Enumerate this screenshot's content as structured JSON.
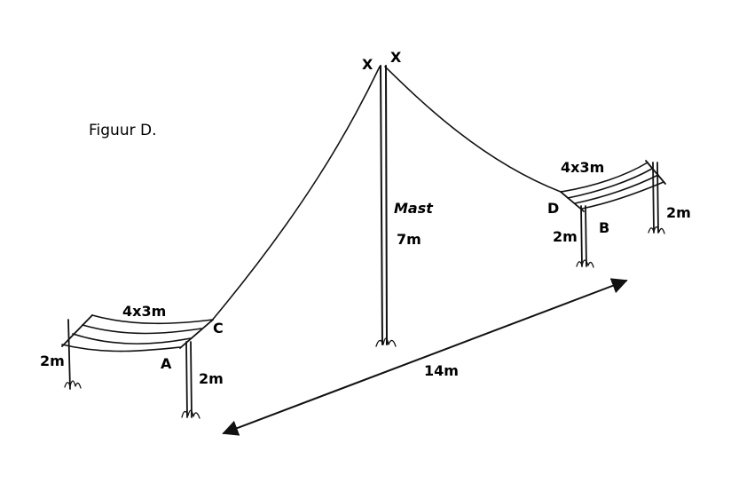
{
  "figure": {
    "title": "Figuur D.",
    "mast": {
      "label": "Mast",
      "height": "7m",
      "top_labels": [
        "X",
        "X"
      ]
    },
    "distance": "14m",
    "left_net": {
      "size": "4x3m",
      "post_height_front": "2m",
      "post_height_back": "2m",
      "corner_labels": [
        "A",
        "C"
      ]
    },
    "right_net": {
      "size": "4x3m",
      "post_height_front": "2m",
      "post_height_back": "2m",
      "corner_labels": [
        "D",
        "B"
      ]
    }
  }
}
